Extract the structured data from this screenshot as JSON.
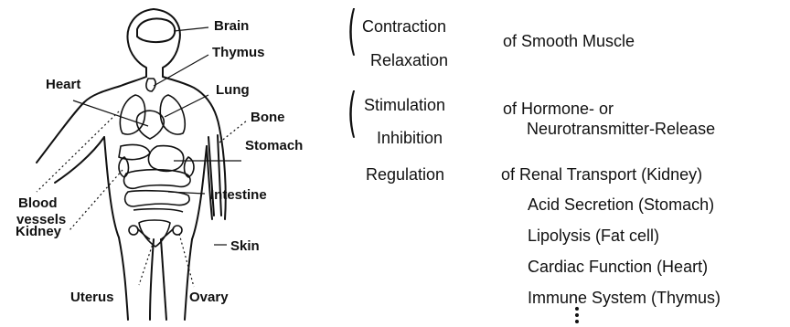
{
  "organs": {
    "brain": "Brain",
    "thymus": "Thymus",
    "heart": "Heart",
    "lung": "Lung",
    "bone": "Bone",
    "stomach": "Stomach",
    "blood_vessels_1": "Blood",
    "blood_vessels_2": "vessels",
    "intestine": "Intestine",
    "kidney": "Kidney",
    "skin": "Skin",
    "uterus": "Uterus",
    "ovary": "Ovary"
  },
  "functions": {
    "group1": {
      "items": [
        "Contraction",
        "Relaxation"
      ],
      "target": "of Smooth Muscle"
    },
    "group2": {
      "items": [
        "Stimulation",
        "Inhibition"
      ],
      "target_line1": "of Hormone- or",
      "target_line2": "Neurotransmitter-Release"
    },
    "group3": {
      "item": "Regulation",
      "targets": [
        "of Renal Transport (Kidney)",
        "Acid Secretion (Stomach)",
        "Lipolysis (Fat cell)",
        "Cardiac Function (Heart)",
        "Immune System (Thymus)"
      ]
    }
  }
}
